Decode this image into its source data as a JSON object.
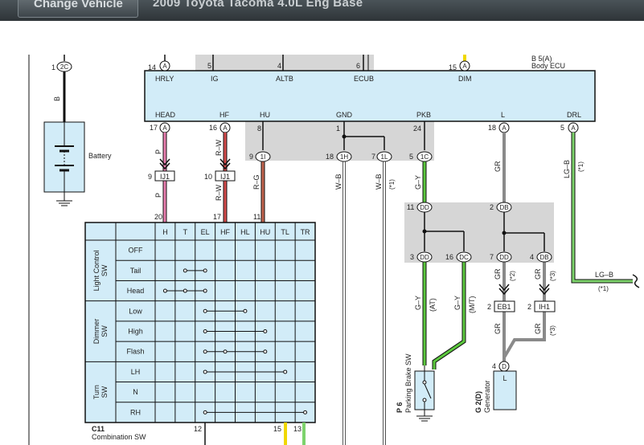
{
  "header": {
    "change_vehicle": "Change Vehicle",
    "vehicle": "2009 Toyota Tacoma 4.0L Eng Base"
  },
  "ecu": {
    "ref": "B 5(A)",
    "name": "Body ECU",
    "top_pins": [
      {
        "num": "14",
        "letter": "A",
        "label": "HRLY"
      },
      {
        "num": "5",
        "label": "IG"
      },
      {
        "num": "4",
        "label": "ALTB"
      },
      {
        "num": "6",
        "label": "ECUB"
      },
      {
        "num": "15",
        "letter": "A",
        "label": "DIM"
      }
    ],
    "bottom_pins": [
      {
        "num": "17",
        "letter": "A",
        "label": "HEAD"
      },
      {
        "num": "16",
        "letter": "A",
        "label": "HF"
      },
      {
        "num": "8",
        "label": "HU"
      },
      {
        "num": "1",
        "label": "GND"
      },
      {
        "num": "24",
        "label": "PKB"
      },
      {
        "num": "18",
        "letter": "A",
        "label": "L"
      },
      {
        "num": "5",
        "letter": "A",
        "label": "DRL"
      }
    ]
  },
  "battery": {
    "label": "Battery",
    "pin_num": "1",
    "pin_id": "2C",
    "wire": "B"
  },
  "connectors": {
    "c_1I": {
      "num": "9",
      "id": "1I"
    },
    "c_1H": {
      "num": "18",
      "id": "1H"
    },
    "c_1L": {
      "num": "7",
      "id": "1L"
    },
    "c_1C": {
      "num": "5",
      "id": "1C"
    },
    "c_DD_top": {
      "num": "11",
      "id": "DD"
    },
    "c_DB_top": {
      "num": "2",
      "id": "DB"
    },
    "c_DD_3": {
      "num": "3",
      "id": "DD"
    },
    "c_DC_16": {
      "num": "16",
      "id": "DC"
    },
    "c_DD_7": {
      "num": "7",
      "id": "DD"
    },
    "c_DB_4": {
      "num": "4",
      "id": "DB"
    },
    "c_gen": {
      "num": "4",
      "id": "D"
    }
  },
  "junctions": {
    "ij1_a": {
      "num": "9",
      "id": "IJ1"
    },
    "ij1_b": {
      "num": "10",
      "id": "IJ1"
    },
    "eb1": {
      "num": "2",
      "id": "EB1"
    },
    "ih1": {
      "num": "2",
      "id": "IH1"
    }
  },
  "wires": {
    "p": "P",
    "rw": "R–W",
    "rg": "R–G",
    "wb": "W–B",
    "wb_note": "(*1)",
    "gy": "G–Y",
    "gy_at": "(AT)",
    "gy_mt": "(M/T)",
    "gr": "GR",
    "gr_2": "(*2)",
    "gr_3": "(*3)",
    "lgb": "LG–B",
    "lgb_note": "(*1)"
  },
  "switch_table": {
    "cols": [
      "H",
      "T",
      "EL",
      "HF",
      "HL",
      "HU",
      "TL",
      "TR"
    ],
    "top_pins": [
      "20",
      "17",
      "11"
    ],
    "bottom_pins": [
      "12",
      "15",
      "13"
    ],
    "groups": [
      {
        "name": "Light Control SW",
        "rows": [
          "OFF",
          "Tail",
          "Head"
        ]
      },
      {
        "name": "Dimmer SW",
        "rows": [
          "Low",
          "High",
          "Flash"
        ]
      },
      {
        "name": "Turn SW",
        "rows": [
          "LH",
          "N",
          "RH"
        ]
      }
    ],
    "ref": "C11",
    "name": "Combination SW"
  },
  "parking_brake": {
    "ref": "P 6",
    "name": "Parking Brake SW"
  },
  "generator": {
    "ref": "G 2(D)",
    "name": "Generator",
    "terminal": "L"
  },
  "right_wire": {
    "label": "LG–B",
    "note": "(*1)"
  },
  "colors": {
    "ecu_fill": "#d2ecf8",
    "shade": "#d6d6d6",
    "pink": "#e97fb0",
    "red": "#d24a4a",
    "green": "#5cc83e",
    "gray_wire": "#8a8a8a",
    "yellow": "#f0d800",
    "black": "#111111"
  }
}
